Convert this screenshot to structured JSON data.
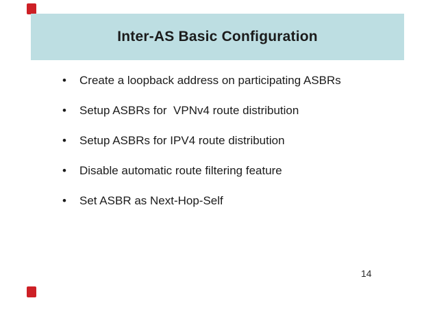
{
  "slide": {
    "title": "Inter-AS Basic Configuration",
    "bullet_glyph": "•",
    "bullets": [
      "Create a loopback address on participating ASBRs",
      "Setup ASBRs for  VPNv4 route distribution",
      "Setup ASBRs for IPV4 route distribution",
      "Disable automatic route filtering feature",
      "Set ASBR as Next-Hop-Self"
    ],
    "page_number": "14"
  },
  "colors": {
    "background": "#ffffff",
    "title_band_background": "#bddee2",
    "accent_marker_red": "#cd2026",
    "text": "#1b1b1b"
  }
}
